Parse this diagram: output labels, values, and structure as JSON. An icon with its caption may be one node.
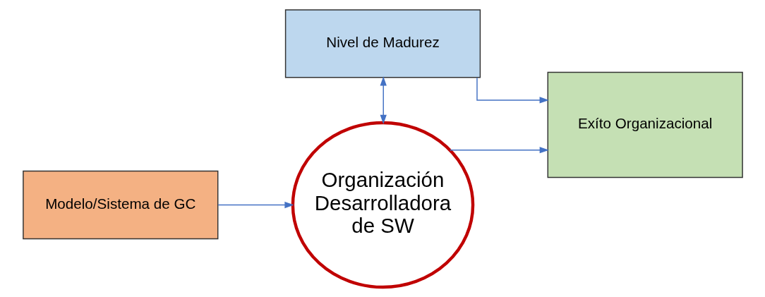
{
  "diagram": {
    "nodes": [
      {
        "text": [
          "Nivel de Madurez"
        ]
      },
      {
        "text": [
          "Exíto Organizacional"
        ]
      },
      {
        "text": [
          "Organización Desarrolladora de SW"
        ]
      },
      {
        "text": [
          "Modelo/Sistema de GC"
        ]
      }
    ],
    "edges": [
      {
        "from": 0,
        "to": 1,
        "arrow": "to"
      },
      {
        "from": 0,
        "to": 2,
        "arrow": "both"
      },
      {
        "from": 3,
        "to": 2,
        "arrow": "to"
      },
      {
        "from": 2,
        "to": 1,
        "arrow": "to"
      }
    ]
  }
}
